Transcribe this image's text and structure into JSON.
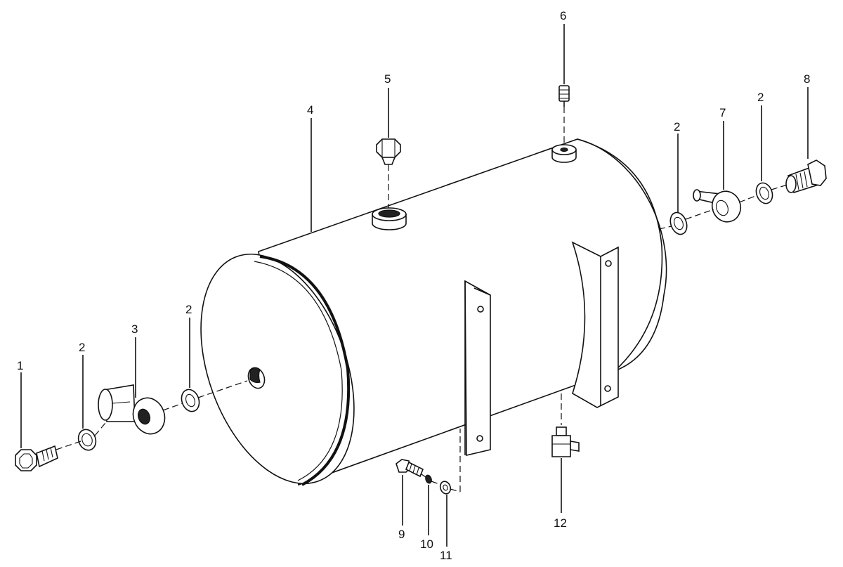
{
  "diagram": {
    "callouts": [
      {
        "id": "c1",
        "text": "1"
      },
      {
        "id": "c2a",
        "text": "2"
      },
      {
        "id": "c3",
        "text": "3"
      },
      {
        "id": "c2b",
        "text": "2"
      },
      {
        "id": "c4",
        "text": "4"
      },
      {
        "id": "c5",
        "text": "5"
      },
      {
        "id": "c6",
        "text": "6"
      },
      {
        "id": "c2c",
        "text": "2"
      },
      {
        "id": "c7",
        "text": "7"
      },
      {
        "id": "c2d",
        "text": "2"
      },
      {
        "id": "c8",
        "text": "8"
      },
      {
        "id": "c9",
        "text": "9"
      },
      {
        "id": "c10",
        "text": "10"
      },
      {
        "id": "c11",
        "text": "11"
      },
      {
        "id": "c12",
        "text": "12"
      }
    ]
  }
}
